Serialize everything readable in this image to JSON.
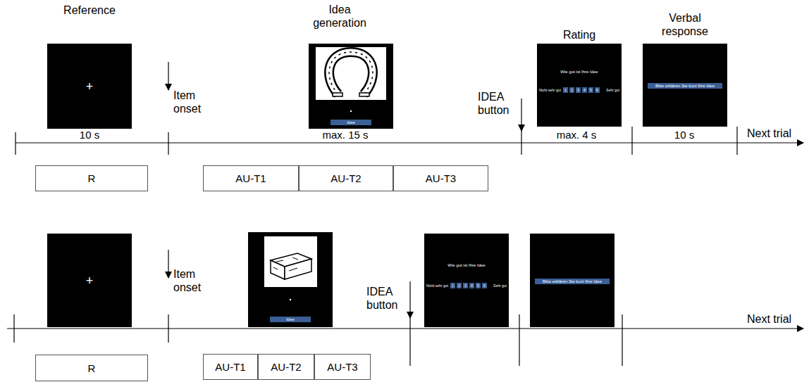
{
  "diagram": {
    "nodes": [
      {
        "text": [
          "+"
        ]
      },
      {
        "text": [
          "Idee"
        ]
      },
      {
        "text": [
          "Wie gut ist Ihre Idee",
          "Nicht sehr gut",
          "1",
          "2",
          "3",
          "4",
          "5",
          "6",
          "Sehr gut"
        ]
      },
      {
        "text": [
          "Bitte erklären Sie kurz Ihre Idee"
        ]
      },
      {
        "text": [
          "R"
        ]
      },
      {
        "text": [
          "AU-T1"
        ]
      },
      {
        "text": [
          "AU-T2"
        ]
      },
      {
        "text": [
          "AU-T3"
        ]
      },
      {
        "text": [
          "+"
        ]
      },
      {
        "text": [
          "Idee"
        ]
      },
      {
        "text": [
          "Wie gut ist Ihre Idee",
          "Nicht sehr gut",
          "1",
          "2",
          "3",
          "4",
          "5",
          "6",
          "Sehr gut"
        ]
      },
      {
        "text": [
          "Bitte erklären Sie kurz Ihre Idee"
        ]
      },
      {
        "text": [
          "R"
        ]
      },
      {
        "text": [
          "AU-T1"
        ]
      },
      {
        "text": [
          "AU-T2"
        ]
      },
      {
        "text": [
          "AU-T3"
        ]
      }
    ],
    "labels": [
      "Reference",
      "Item onset",
      "Idea generation",
      "IDEA button",
      "Rating",
      "Verbal response",
      "10 s",
      "max. 15 s",
      "max. 4 s",
      "10 s",
      "Next trial",
      "Item onset",
      "IDEA button",
      "Next trial"
    ]
  }
}
